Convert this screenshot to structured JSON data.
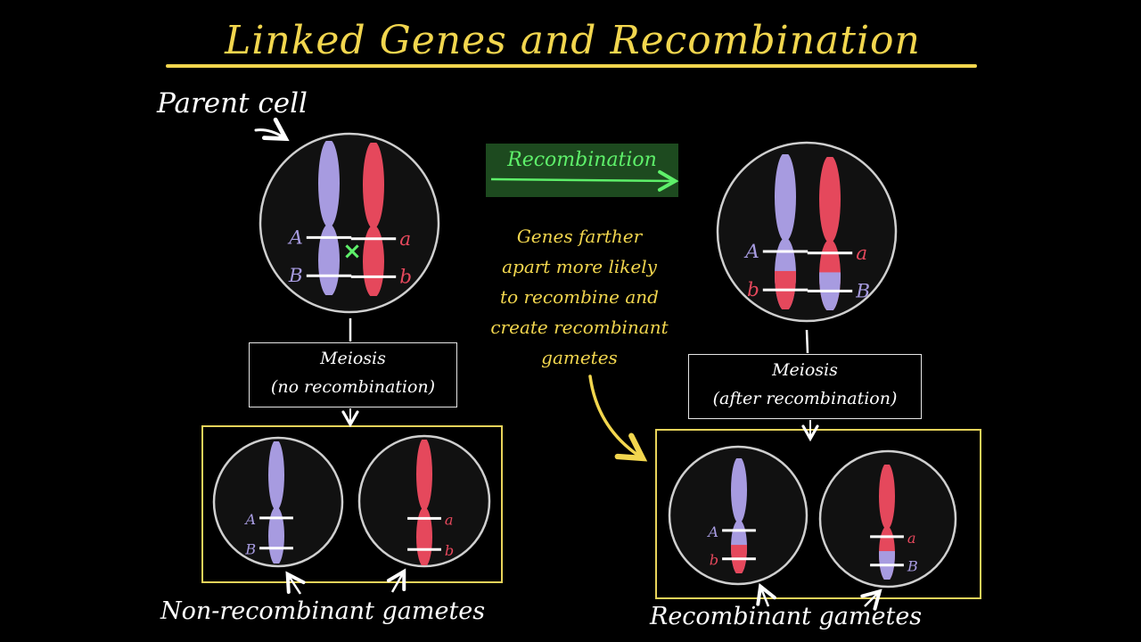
{
  "title": "Linked Genes and Recombination",
  "colors": {
    "title": "#f2d64e",
    "note": "#f2d64e",
    "maternal_chromosome": "#a79be0",
    "paternal_chromosome": "#e5485c",
    "crossover_mark": "#5ef06a",
    "recombination_box_bg": "#1d4a1f",
    "recombination_text": "#5ef06a",
    "cell_fill": "#111111",
    "cell_border": "#cfcfcf",
    "gamete_frame": "#e8d35a"
  },
  "parent_cell": {
    "label": "Parent cell",
    "chromosomes": [
      {
        "alleles": [
          "A",
          "B"
        ],
        "origin": "maternal"
      },
      {
        "alleles": [
          "a",
          "b"
        ],
        "origin": "paternal"
      }
    ],
    "crossover_mark": "×"
  },
  "recombination_arrow": {
    "label": "Recombination"
  },
  "note": {
    "lines": [
      "Genes farther",
      "apart more likely",
      "to recombine and",
      "create recombinant",
      "gametes"
    ]
  },
  "recombined_cell": {
    "chromosomes": [
      {
        "alleles": [
          "A",
          "b"
        ],
        "origin": "mixed"
      },
      {
        "alleles": [
          "a",
          "B"
        ],
        "origin": "mixed"
      }
    ]
  },
  "meiosis_left": {
    "line1": "Meiosis",
    "line2": "(no recombination)"
  },
  "meiosis_right": {
    "line1": "Meiosis",
    "line2": "(after recombination)"
  },
  "gametes_left": {
    "caption": "Non-recombinant gametes",
    "cells": [
      {
        "alleles": [
          "A",
          "B"
        ]
      },
      {
        "alleles": [
          "a",
          "b"
        ]
      }
    ]
  },
  "gametes_right": {
    "caption": "Recombinant gametes",
    "cells": [
      {
        "alleles": [
          "A",
          "b"
        ]
      },
      {
        "alleles": [
          "a",
          "B"
        ]
      }
    ]
  }
}
